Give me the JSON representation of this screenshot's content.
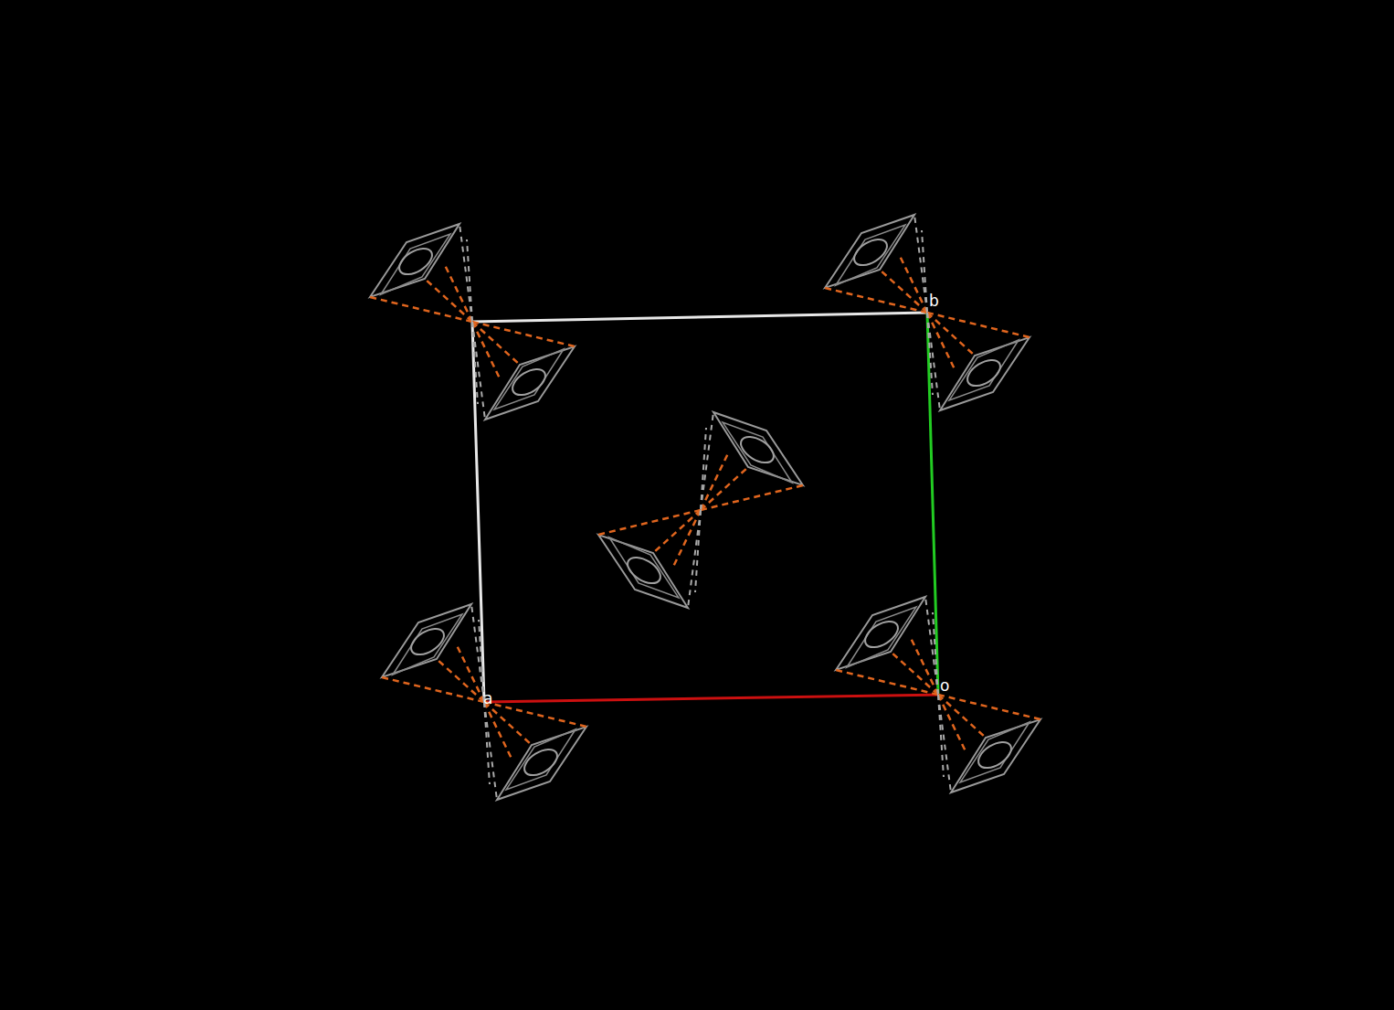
{
  "diagram": {
    "labels": [
      "b",
      "a",
      "o"
    ]
  }
}
